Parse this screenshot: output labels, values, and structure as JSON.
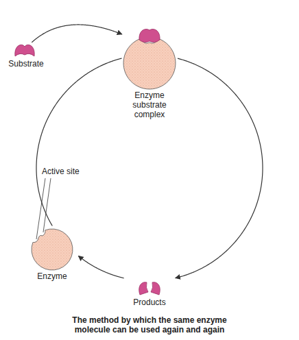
{
  "diagram": {
    "caption": "The method by which the same enzyme molecule can be used again and again",
    "nodes": [
      {
        "text": [
          "Substrate"
        ]
      },
      {
        "text": [
          "Enzyme substrate complex"
        ]
      },
      {
        "text": [
          "Enzyme"
        ]
      },
      {
        "text": [
          "Products"
        ]
      }
    ],
    "edges": [
      {
        "from": 0,
        "to": 1,
        "arrow": "to"
      },
      {
        "from": 1,
        "to": 3,
        "arrow": "to"
      },
      {
        "from": 3,
        "to": 2,
        "arrow": "to"
      },
      {
        "from": 2,
        "to": 1,
        "arrow": "none"
      }
    ],
    "labels": [
      "Active site"
    ]
  }
}
